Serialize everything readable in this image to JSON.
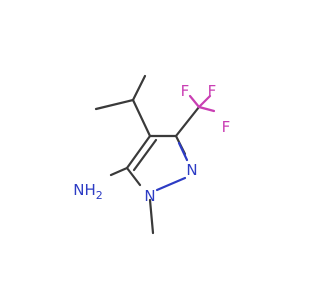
{
  "molecule": {
    "atoms": {
      "amine": "NH",
      "amine_sub": "2",
      "n1": "N",
      "n2": "N",
      "f1": "F",
      "f2": "F",
      "f3": "F"
    },
    "colors": {
      "bond": "#3a3a3a",
      "nitrogen": "#2d3cc4",
      "fluorine": "#c93fb3"
    }
  }
}
